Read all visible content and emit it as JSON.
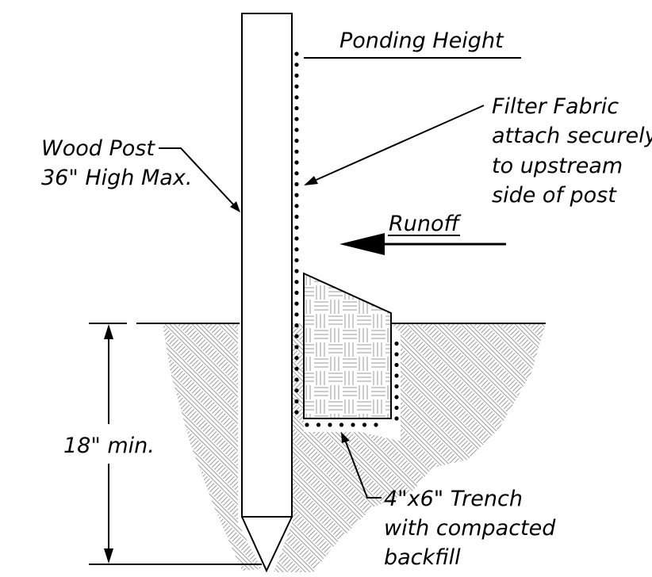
{
  "labels": {
    "ponding_height": "Ponding Height",
    "filter_fabric_1": "Filter Fabric",
    "filter_fabric_2": "attach securely",
    "filter_fabric_3": "to upstream",
    "filter_fabric_4": "side of post",
    "wood_post_1": "Wood Post",
    "wood_post_2": "36\" High Max.",
    "runoff": "Runoff",
    "depth": "18\" min.",
    "trench_1": "4\"x6\" Trench",
    "trench_2": "with compacted",
    "trench_3": "backfill"
  },
  "colors": {
    "line": "#000000",
    "hatch": "#9a9a9a",
    "background": "#ffffff"
  }
}
